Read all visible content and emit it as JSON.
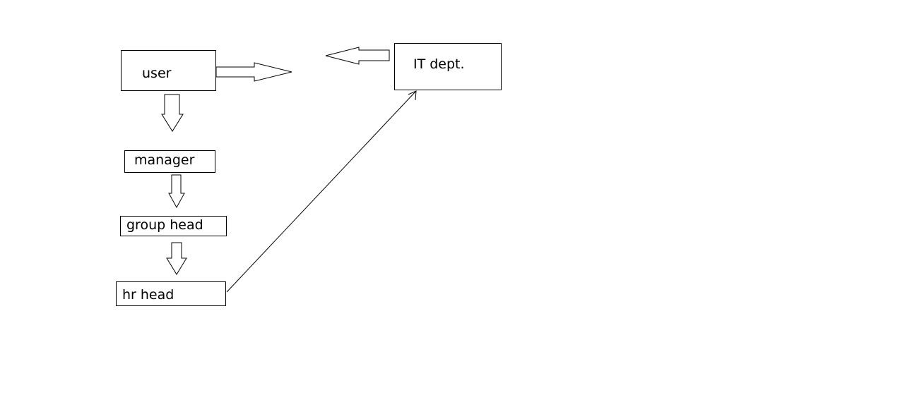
{
  "diagram": {
    "nodes": {
      "user": "user",
      "it": "IT dept.",
      "manager": "manager",
      "group_head": "group head",
      "hr_head": "hr head"
    },
    "edges": [
      {
        "from": "user",
        "to": "manager",
        "style": "block-arrow"
      },
      {
        "from": "manager",
        "to": "group head",
        "style": "block-arrow"
      },
      {
        "from": "group head",
        "to": "hr head",
        "style": "block-arrow"
      },
      {
        "from": "hr head",
        "to": "IT dept.",
        "style": "line-arrow"
      },
      {
        "from": "user",
        "to": "right",
        "style": "block-arrow"
      },
      {
        "from": "IT dept.",
        "to": "left",
        "style": "block-arrow"
      }
    ],
    "colors": {
      "stroke": "#000000",
      "background": "#ffffff"
    }
  }
}
